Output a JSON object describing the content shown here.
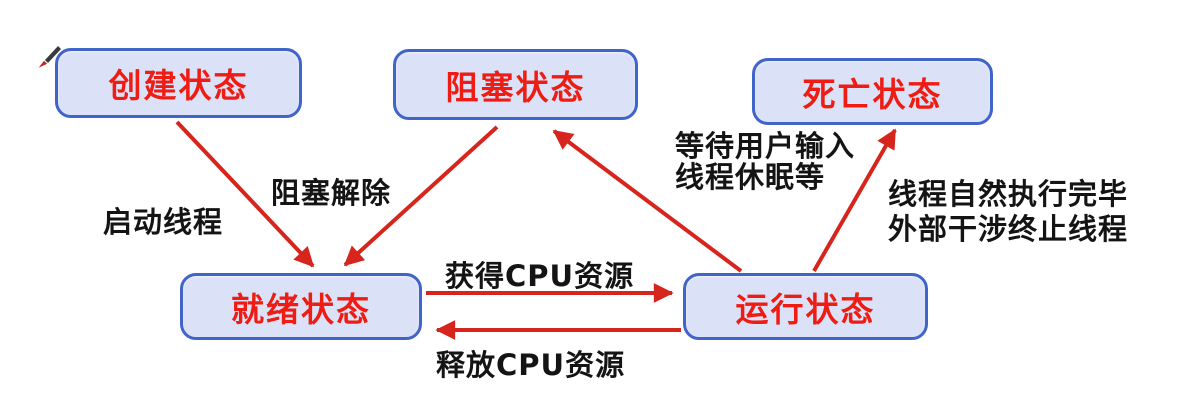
{
  "diagram_title": "thread-state-transition-diagram",
  "colors": {
    "background": "#ffffff",
    "node_fill": "#dbe2f8",
    "node_border": "#4164ca",
    "node_text": "#ee1c13",
    "arrow": "#d6251c",
    "label_text": "#141414"
  },
  "nodes": [
    {
      "id": "create",
      "label": "创建状态"
    },
    {
      "id": "blocked",
      "label": "阻塞状态"
    },
    {
      "id": "dead",
      "label": "死亡状态"
    },
    {
      "id": "ready",
      "label": "就绪状态"
    },
    {
      "id": "running",
      "label": "运行状态"
    }
  ],
  "edges": [
    {
      "id": "start-thread",
      "from": "create",
      "to": "ready",
      "label": "启动线程"
    },
    {
      "id": "unblock",
      "from": "blocked",
      "to": "ready",
      "label": "阻塞解除"
    },
    {
      "id": "acquire-cpu",
      "from": "ready",
      "to": "running",
      "label": "获得CPU资源"
    },
    {
      "id": "release-cpu",
      "from": "running",
      "to": "ready",
      "label": "释放CPU资源"
    },
    {
      "id": "wait-sleep",
      "from": "running",
      "to": "blocked",
      "label": "等待用户输入\n线程休眠等"
    },
    {
      "id": "terminate",
      "from": "running",
      "to": "dead",
      "label": "线程自然执行完毕\n外部干涉终止线程"
    }
  ],
  "cursor": {
    "name": "pen-cursor"
  }
}
